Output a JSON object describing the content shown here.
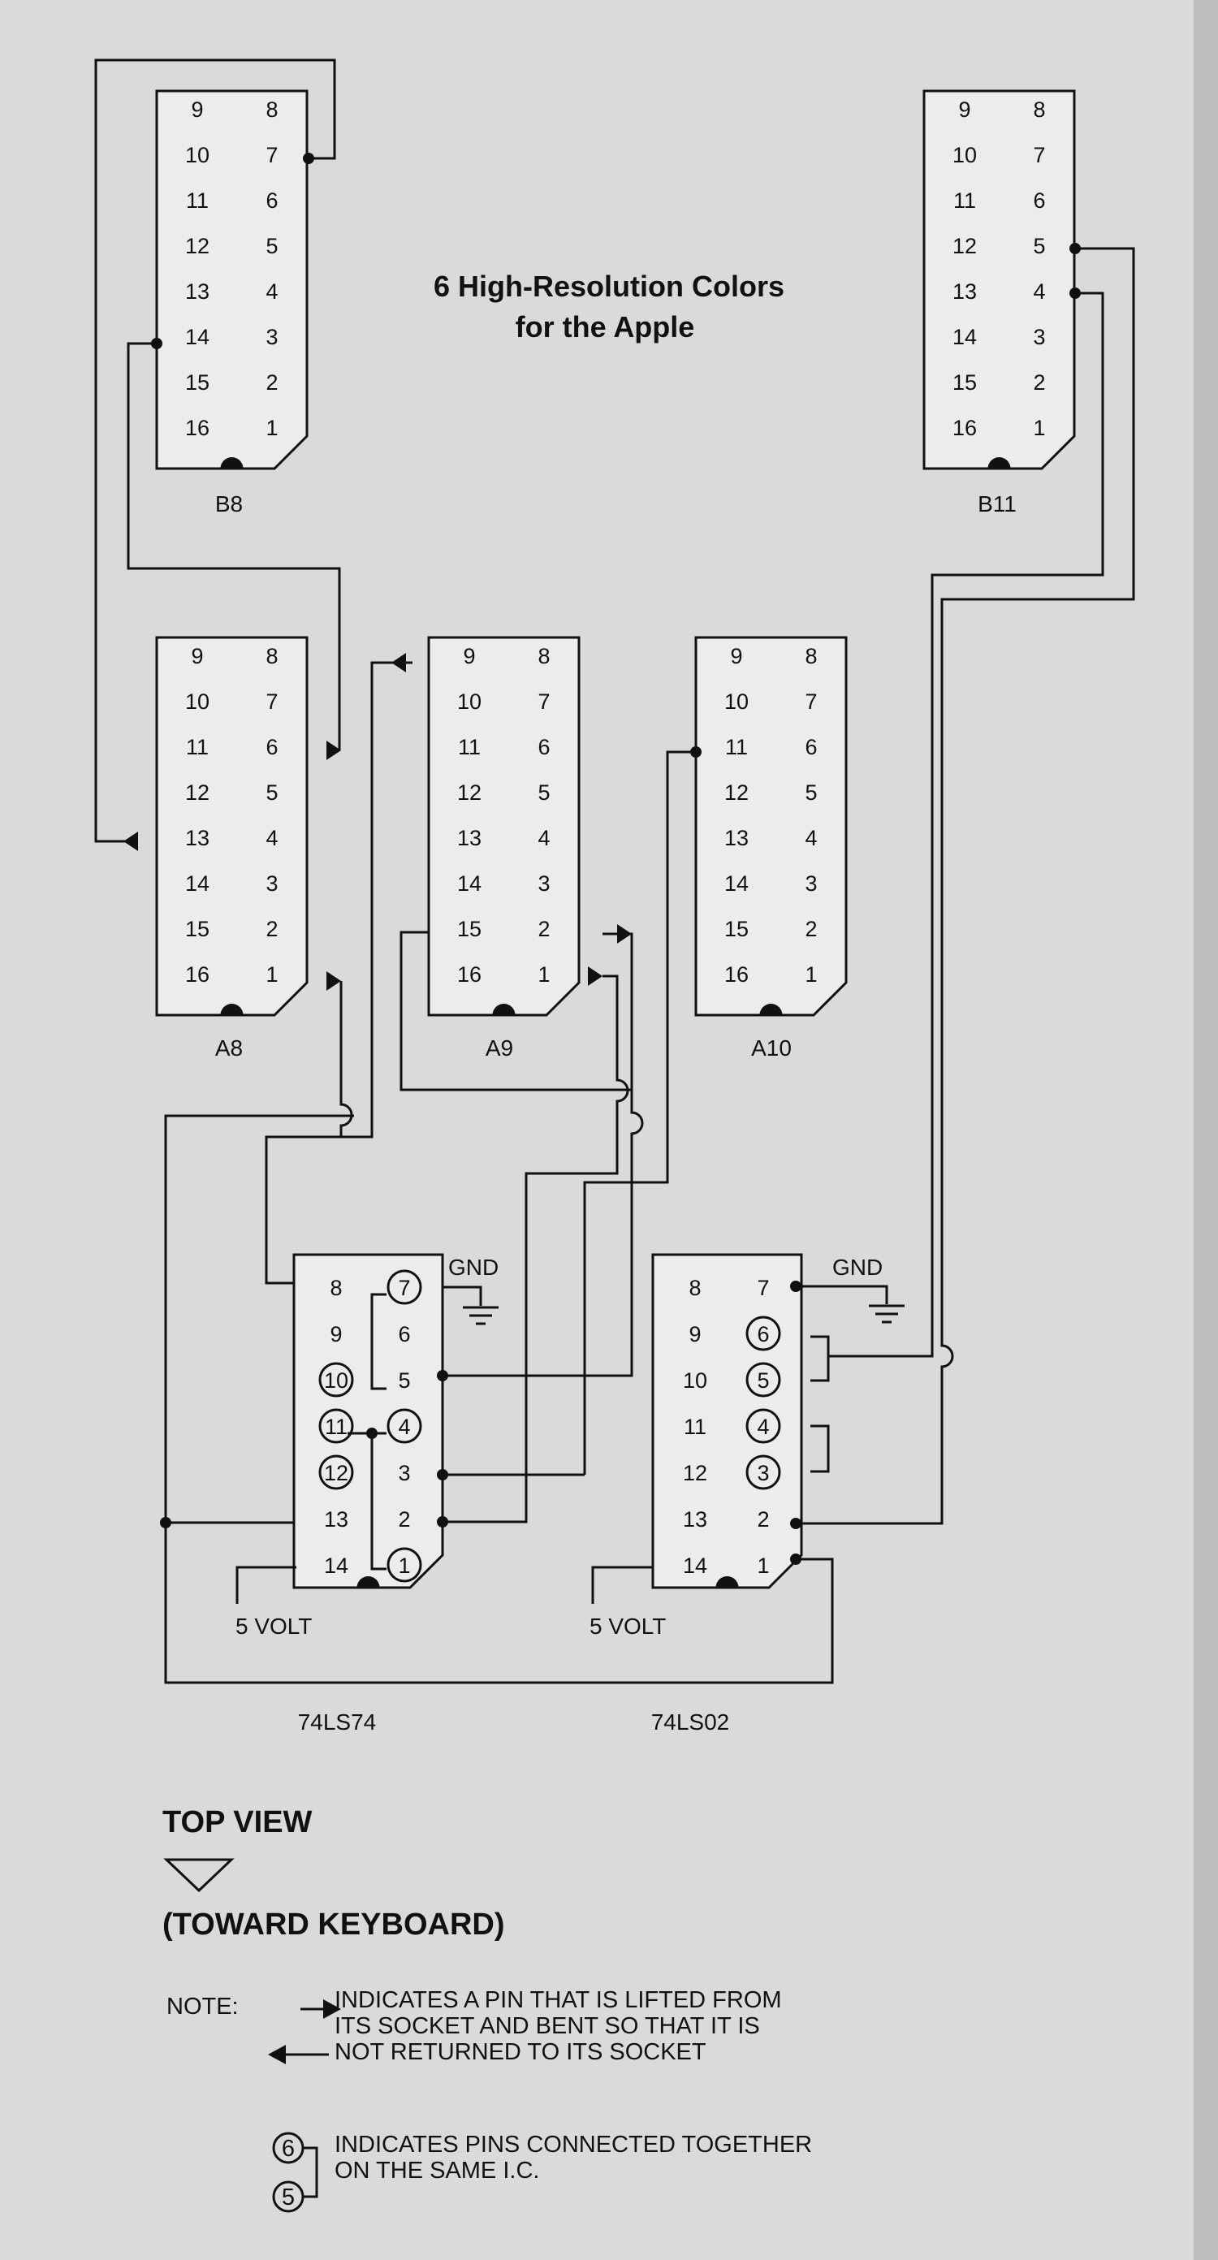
{
  "title": [
    "6 High-Resolution Colors",
    "for the Apple"
  ],
  "sockets": {
    "B8": {
      "name": "B8",
      "pins_left": [
        "9",
        "10",
        "11",
        "12",
        "13",
        "14",
        "15",
        "16"
      ],
      "pins_right": [
        "8",
        "7",
        "6",
        "5",
        "4",
        "3",
        "2",
        "1"
      ]
    },
    "B11": {
      "name": "B11",
      "pins_left": [
        "9",
        "10",
        "11",
        "12",
        "13",
        "14",
        "15",
        "16"
      ],
      "pins_right": [
        "8",
        "7",
        "6",
        "5",
        "4",
        "3",
        "2",
        "1"
      ]
    },
    "A8": {
      "name": "A8",
      "pins_left": [
        "9",
        "10",
        "11",
        "12",
        "13",
        "14",
        "15",
        "16"
      ],
      "pins_right": [
        "8",
        "7",
        "6",
        "5",
        "4",
        "3",
        "2",
        "1"
      ]
    },
    "A9": {
      "name": "A9",
      "pins_left": [
        "9",
        "10",
        "11",
        "12",
        "13",
        "14",
        "15",
        "16"
      ],
      "pins_right": [
        "8",
        "7",
        "6",
        "5",
        "4",
        "3",
        "2",
        "1"
      ]
    },
    "A10": {
      "name": "A10",
      "pins_left": [
        "9",
        "10",
        "11",
        "12",
        "13",
        "14",
        "15",
        "16"
      ],
      "pins_right": [
        "8",
        "7",
        "6",
        "5",
        "4",
        "3",
        "2",
        "1"
      ]
    }
  },
  "chips": {
    "LS74": {
      "name": "74LS74",
      "pins_left": [
        "8",
        "9",
        "10",
        "11",
        "12",
        "13",
        "14"
      ],
      "pins_right": [
        "7",
        "6",
        "5",
        "4",
        "3",
        "2",
        "1"
      ]
    },
    "LS02": {
      "name": "74LS02",
      "pins_left": [
        "8",
        "9",
        "10",
        "11",
        "12",
        "13",
        "14"
      ],
      "pins_right": [
        "7",
        "6",
        "5",
        "4",
        "3",
        "2",
        "1"
      ]
    }
  },
  "gnd_label": "GND",
  "volt_label": "5 VOLT",
  "legend": {
    "top_view": "TOP VIEW",
    "toward": "(TOWARD KEYBOARD)",
    "note_label": "NOTE:",
    "arrow_note": [
      "INDICATES A PIN THAT IS LIFTED FROM",
      "ITS SOCKET AND BENT SO THAT IT IS",
      "NOT RETURNED TO ITS SOCKET"
    ],
    "circle_note": [
      "INDICATES PINS CONNECTED TOGETHER",
      "ON THE SAME I.C."
    ],
    "circle_pins": [
      "6",
      "5"
    ]
  }
}
